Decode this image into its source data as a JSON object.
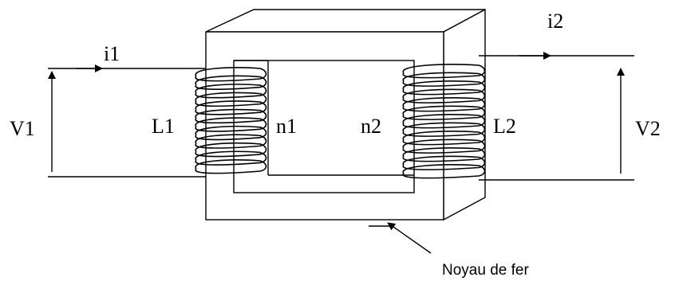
{
  "labels": {
    "i1": "i1",
    "i2": "i2",
    "v1": "V1",
    "v2": "V2",
    "l1": "L1",
    "l2": "L2",
    "n1": "n1",
    "n2": "n2",
    "core": "Noyau de fer"
  }
}
